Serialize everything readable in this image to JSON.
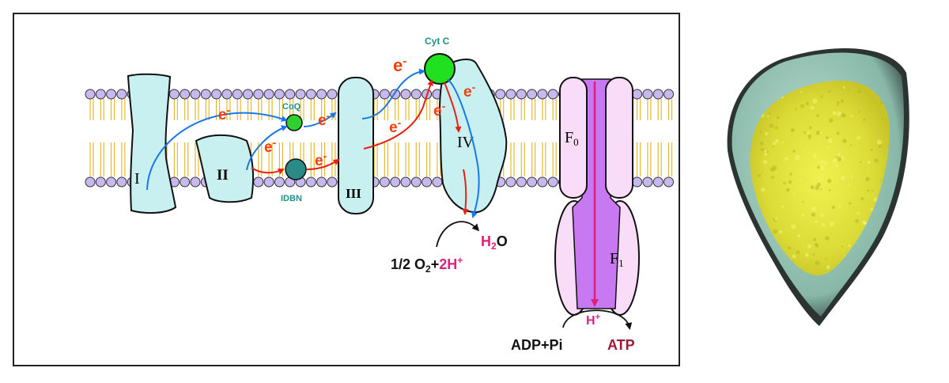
{
  "labels": {
    "complex_I": "I",
    "complex_II": "II",
    "complex_III": "III",
    "complex_IV": "IV",
    "coq": "CoQ",
    "idbn": "IDBN",
    "cyt_c": "Cyt C",
    "electron": "e",
    "electron_charge": "-",
    "f0_letter": "F",
    "f0_sub": "0",
    "f1_letter": "F",
    "f1_sub": "1",
    "h_plus_letter": "H",
    "h_plus_charge": "+",
    "h2o_h": "H",
    "h2o_sub": "2",
    "h2o_o": "O",
    "oxygen_frac": "1/2 O",
    "oxygen_sub": "2",
    "oxygen_plus": "+",
    "two_h": "2H",
    "two_h_charge": "+",
    "adp_pi": "ADP+Pi",
    "atp": "ATP"
  },
  "colors": {
    "protein_fill": "#c8f0f0",
    "atp_synthase_fill": "#f8dcf8",
    "channel_fill": "#c878f0",
    "lipid_head": "#c8b8f0",
    "lipid_tail": "#e8b830",
    "coq": "#30d030",
    "idbn": "#2a8a86",
    "cyt_c": "#20e020",
    "electron_red": "#e82010",
    "electron_orange": "#f04010",
    "arrow_blue": "#1878e8",
    "proton_pink": "#e0207a",
    "atp_dark_red": "#a01838",
    "label_teal": "#20908a",
    "powder": "#e0e040",
    "bowl": "#98c8b8"
  },
  "photo_description_icon": "yellow-powder-bowl-icon"
}
